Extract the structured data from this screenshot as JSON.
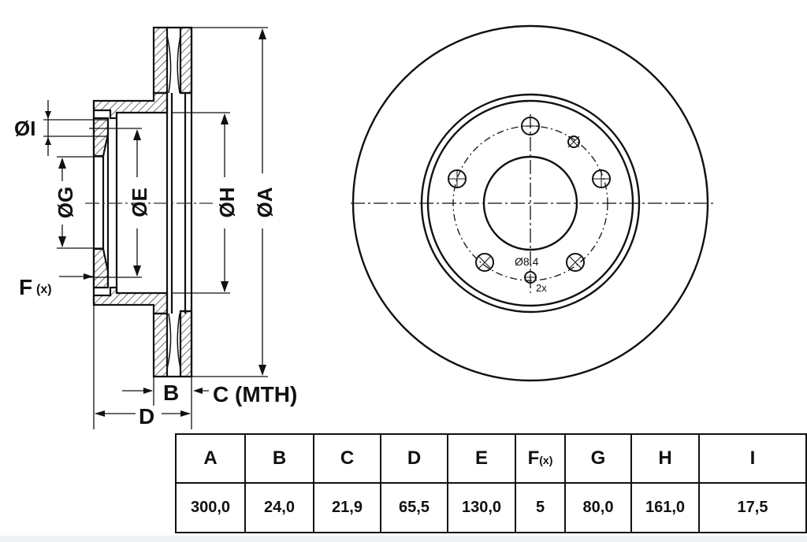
{
  "drawing": {
    "labels": {
      "I": "ØI",
      "G": "ØG",
      "E": "ØE",
      "H": "ØH",
      "A": "ØA",
      "F": "F",
      "F_sub": "(x)",
      "B": "B",
      "C": "C (MTH)",
      "D": "D"
    },
    "front_view": {
      "hole_label": "Ø8,4",
      "hole_count": "2x"
    }
  },
  "table": {
    "headers": [
      "A",
      "B",
      "C",
      "D",
      "E",
      "F",
      "G",
      "H",
      "I"
    ],
    "f_sub": "(x)",
    "values": [
      "300,0",
      "24,0",
      "21,9",
      "65,5",
      "130,0",
      "5",
      "80,0",
      "161,0",
      "17,5"
    ]
  }
}
